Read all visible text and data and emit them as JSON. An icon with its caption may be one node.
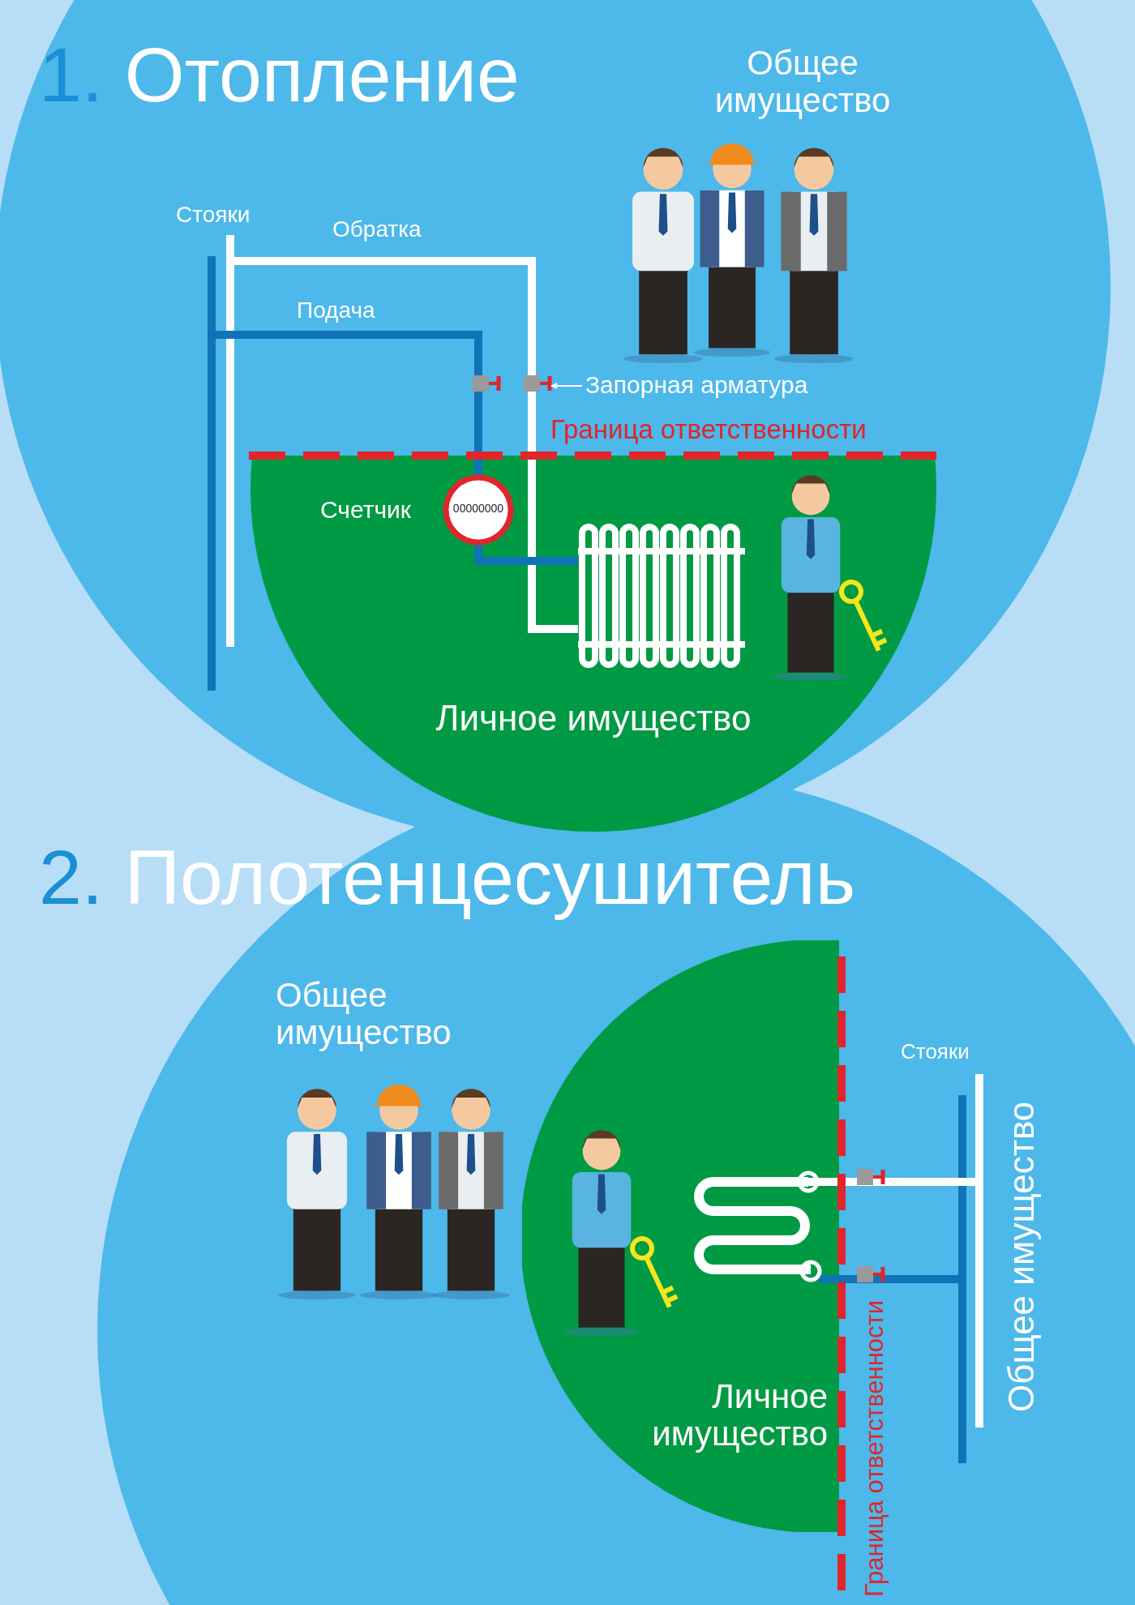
{
  "diagram": {
    "nodes": [
      {
        "text": [
          "Личное имущество"
        ]
      },
      {
        "text": [
          "00000000"
        ],
        "beside": [
          "Счетчик"
        ],
        "in": 0
      },
      {
        "text": [
          "Запорная арматура"
        ]
      },
      {
        "text": [],
        "shape": "picture"
      },
      {
        "text": [
          "Личное имущество"
        ]
      }
    ],
    "edges": [
      {
        "from": 2,
        "to": 3,
        "arrow": "to"
      }
    ],
    "labels": [
      "1. Отопление",
      "Общее имущество",
      "Стояки",
      "Обратка",
      "Подача",
      "Граница ответственности",
      "2. Полотенцесушитель",
      "Общее имущество",
      "Стояки",
      "Общее имущество",
      "Граница ответственности"
    ]
  }
}
